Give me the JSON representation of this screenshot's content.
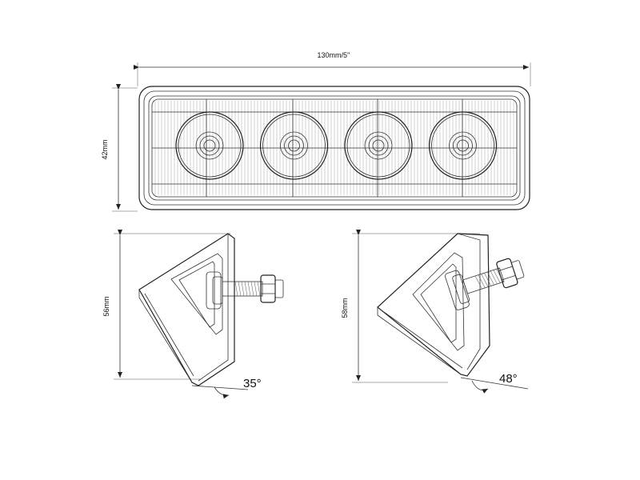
{
  "dimensions": {
    "width_label": "130mm/5''",
    "height_label": "42mm",
    "side_left_height": "56mm",
    "side_right_height": "58mm"
  },
  "angles": {
    "left": "35°",
    "right": "48°"
  },
  "lamp": {
    "led_count": 4
  }
}
